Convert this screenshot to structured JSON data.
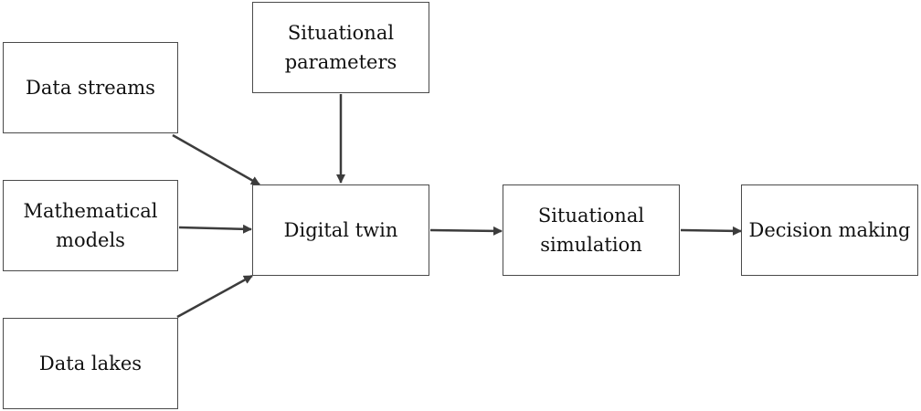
{
  "diagram": {
    "nodes": {
      "data_streams": "Data streams",
      "mathematical_models": "Mathematical\nmodels",
      "data_lakes": "Data lakes",
      "situational_parameters": "Situational\nparameters",
      "digital_twin": "Digital twin",
      "situational_simulation": "Situational\nsimulation",
      "decision_making": "Decision making"
    },
    "edges": [
      {
        "from": "data_streams",
        "to": "digital_twin"
      },
      {
        "from": "mathematical_models",
        "to": "digital_twin"
      },
      {
        "from": "data_lakes",
        "to": "digital_twin"
      },
      {
        "from": "situational_parameters",
        "to": "digital_twin"
      },
      {
        "from": "digital_twin",
        "to": "situational_simulation"
      },
      {
        "from": "situational_simulation",
        "to": "decision_making"
      }
    ]
  }
}
